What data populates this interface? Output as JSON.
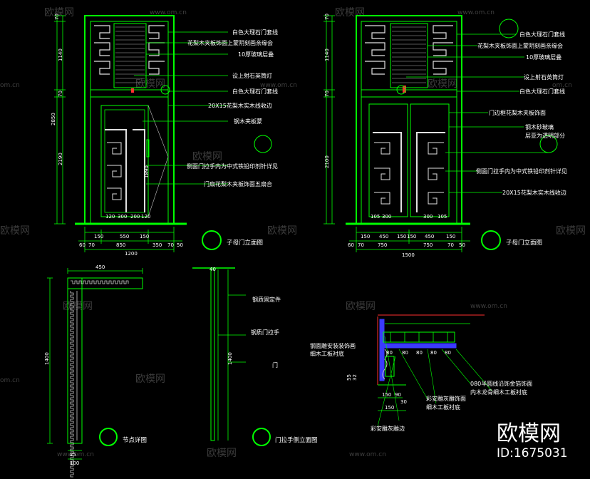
{
  "elev1": {
    "title": "子母门立面图",
    "labels": [
      "白色大理石门套线",
      "花梨木夹板饰面上蒙阴刻画亲缘会",
      "10厚玻璃层叠",
      "设上射石英筒灯",
      "白色大理石门套线",
      "20X15花梨木实木线收边",
      "钢木夹板蒙",
      "侧面门拉手内为中式铁铅印剂针详见",
      "门扇花梨木夹板饰面五扇合"
    ],
    "vdims": [
      "70",
      "1140",
      "2850",
      "70",
      "2190"
    ],
    "hdims_top": [
      "150",
      "550",
      "150"
    ],
    "hdims_mid": [
      "60",
      "70",
      "850",
      "350",
      "70",
      "50"
    ],
    "hdims_bot": [
      "1200"
    ],
    "inner_dims": [
      "120",
      "300",
      "200",
      "120"
    ],
    "inner_v": "1890"
  },
  "elev2": {
    "title": "子母门立面图",
    "labels": [
      "白色大理石门套线",
      "花梨木夹板饰面上蒙阴刻画亲缘会",
      "10厚玻璃层叠",
      "设上射石英筒灯",
      "白色大理石门套线",
      "门边框花梨木夹板饰面",
      "钢木砂玻璃",
      "层亚为透明部分",
      "侧面门拉手内为中式铁铅印剂针详见",
      "20X15花梨木实木线收边"
    ],
    "vdims": [
      "70",
      "1140",
      "70",
      "2100"
    ],
    "hdims_top": [
      "150",
      "450",
      "150",
      "150",
      "450",
      "150"
    ],
    "hdims_mid": [
      "60",
      "70",
      "750",
      "750",
      "70",
      "50"
    ],
    "hdims_bot": [
      "1500"
    ],
    "inner_dims": [
      "105",
      "300",
      "300",
      "105"
    ]
  },
  "node": {
    "title": "节点详图",
    "top_dim": "450",
    "side_dim": "1400",
    "bottom_dims": [
      "25",
      "100"
    ]
  },
  "handle": {
    "title": "门拉手侧立面图",
    "labels": [
      "钢质固定件",
      "钢质门拉手",
      "门"
    ],
    "dims": [
      "40",
      "1400"
    ]
  },
  "section": {
    "labels": [
      "钢面雕安装装饰画",
      "细木工板衬底",
      "080半圆线沿饰金箔饰面",
      "内木龙骨细木工板衬底",
      "彩安雕灰雕饰面",
      "细木工板衬底",
      "彩安雕灰雕边"
    ],
    "dims": [
      "80",
      "80",
      "80",
      "80",
      "80"
    ],
    "bottom_dims": [
      "150",
      "90",
      "30",
      "150"
    ],
    "side_dims": [
      "55",
      "32"
    ]
  },
  "watermark": {
    "brand": "欧模网",
    "url": "www.om.cn",
    "url_short": "om.cn",
    "id_text": "ID:1675031"
  },
  "colors": {
    "line": "#00ff00",
    "dim": "#cccccc",
    "accent": "#ff3030",
    "section": "#3a3aff"
  }
}
